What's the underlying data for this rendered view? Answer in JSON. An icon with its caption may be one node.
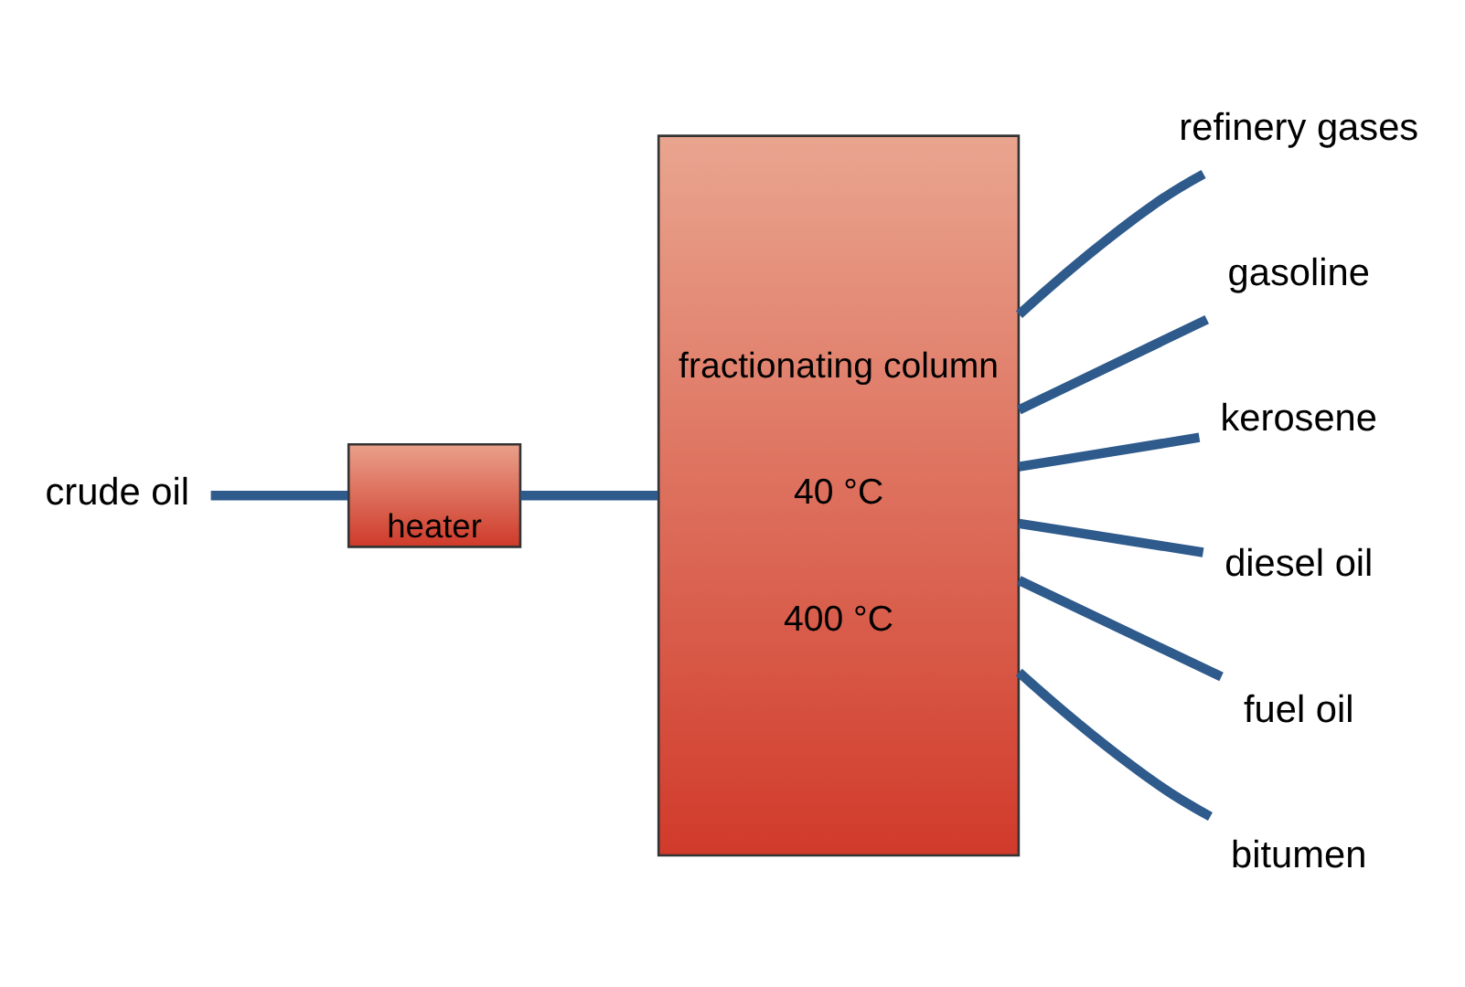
{
  "diagram": {
    "nodes": [
      {
        "text": [
          "crude oil"
        ]
      },
      {
        "text": [
          "heater"
        ]
      },
      {
        "text": [
          "fractionating column",
          "40 °C",
          "400 °C"
        ]
      },
      {
        "text": [
          "refinery gases"
        ]
      },
      {
        "text": [
          "gasoline"
        ]
      },
      {
        "text": [
          "kerosene"
        ]
      },
      {
        "text": [
          "diesel oil"
        ]
      },
      {
        "text": [
          "fuel oil"
        ]
      },
      {
        "text": [
          "bitumen"
        ]
      }
    ],
    "edges": [
      {
        "from": 0,
        "to": 1,
        "arrow": "none"
      },
      {
        "from": 1,
        "to": 2,
        "arrow": "none"
      },
      {
        "from": 2,
        "to": 3,
        "arrow": "none"
      },
      {
        "from": 2,
        "to": 4,
        "arrow": "none"
      },
      {
        "from": 2,
        "to": 5,
        "arrow": "none"
      },
      {
        "from": 2,
        "to": 6,
        "arrow": "none"
      },
      {
        "from": 2,
        "to": 7,
        "arrow": "none"
      },
      {
        "from": 2,
        "to": 8,
        "arrow": "none"
      }
    ]
  }
}
